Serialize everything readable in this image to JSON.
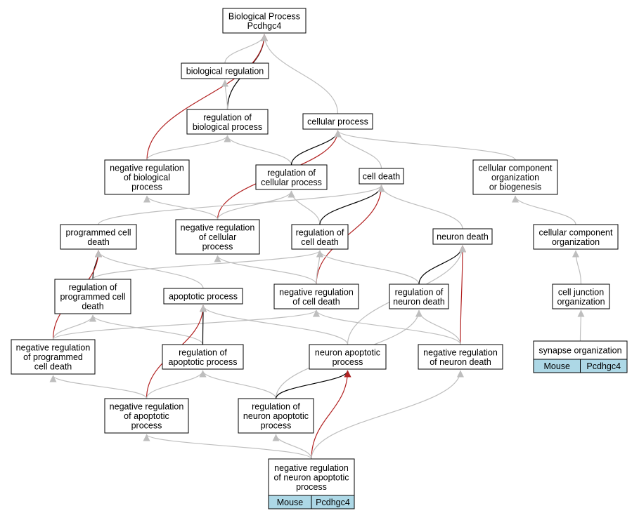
{
  "graph": {
    "nodes": [
      {
        "id": "bp",
        "lines": [
          "Biological Process",
          "Pcdhgc4"
        ]
      },
      {
        "id": "bioreg",
        "lines": [
          "biological regulation"
        ]
      },
      {
        "id": "regbp",
        "lines": [
          "regulation of",
          "biological process"
        ]
      },
      {
        "id": "cellproc",
        "lines": [
          "cellular process"
        ]
      },
      {
        "id": "negregbp",
        "lines": [
          "negative regulation",
          "of biological",
          "process"
        ]
      },
      {
        "id": "regcp",
        "lines": [
          "regulation of",
          "cellular process"
        ]
      },
      {
        "id": "celldeath",
        "lines": [
          "cell death"
        ]
      },
      {
        "id": "ccob",
        "lines": [
          "cellular component",
          "organization",
          "or biogenesis"
        ]
      },
      {
        "id": "pcd",
        "lines": [
          "programmed cell",
          "death"
        ]
      },
      {
        "id": "negregcp",
        "lines": [
          "negative regulation",
          "of cellular",
          "process"
        ]
      },
      {
        "id": "regcd",
        "lines": [
          "regulation of",
          "cell death"
        ]
      },
      {
        "id": "neurondeath",
        "lines": [
          "neuron death"
        ]
      },
      {
        "id": "cco",
        "lines": [
          "cellular component",
          "organization"
        ]
      },
      {
        "id": "regpcd",
        "lines": [
          "regulation of",
          "programmed cell",
          "death"
        ]
      },
      {
        "id": "apop",
        "lines": [
          "apoptotic process"
        ]
      },
      {
        "id": "negregcd",
        "lines": [
          "negative regulation",
          "of cell death"
        ]
      },
      {
        "id": "regnd",
        "lines": [
          "regulation of",
          "neuron death"
        ]
      },
      {
        "id": "cjo",
        "lines": [
          "cell junction",
          "organization"
        ]
      },
      {
        "id": "negregpcd",
        "lines": [
          "negative regulation",
          "of programmed",
          "cell death"
        ]
      },
      {
        "id": "regap",
        "lines": [
          "regulation of",
          "apoptotic process"
        ]
      },
      {
        "id": "nap",
        "lines": [
          "neuron apoptotic",
          "process"
        ]
      },
      {
        "id": "negregnd",
        "lines": [
          "negative regulation",
          "of neuron death"
        ]
      },
      {
        "id": "so",
        "lines": [
          "synapse organization"
        ],
        "footer": [
          "Mouse",
          "Pcdhgc4"
        ]
      },
      {
        "id": "negregap",
        "lines": [
          "negative regulation",
          "of apoptotic",
          "process"
        ]
      },
      {
        "id": "regnap",
        "lines": [
          "regulation of",
          "neuron apoptotic",
          "process"
        ]
      },
      {
        "id": "negregnap",
        "lines": [
          "negative regulation",
          "of neuron apoptotic",
          "process"
        ],
        "footer": [
          "Mouse",
          "Pcdhgc4"
        ]
      }
    ],
    "edge_colors": {
      "is_a": "#bebebe",
      "part_of": "#000000",
      "negatively_regulates": "#b22222"
    },
    "footer_color": "#add8e6",
    "edges": [
      {
        "type": "is_a",
        "from": "bioreg",
        "to": "bp"
      },
      {
        "type": "part_of",
        "from": "regbp",
        "to": "bp"
      },
      {
        "type": "negatively_regulates",
        "from": "negregbp",
        "to": "bp"
      },
      {
        "type": "is_a",
        "from": "cellproc",
        "to": "bp"
      },
      {
        "type": "is_a",
        "from": "regbp",
        "to": "bioreg"
      },
      {
        "type": "is_a",
        "from": "negregbp",
        "to": "regbp"
      },
      {
        "type": "is_a",
        "from": "regcp",
        "to": "regbp"
      },
      {
        "type": "part_of",
        "from": "regcp",
        "to": "cellproc"
      },
      {
        "type": "negatively_regulates",
        "from": "negregcp",
        "to": "cellproc"
      },
      {
        "type": "is_a",
        "from": "celldeath",
        "to": "cellproc"
      },
      {
        "type": "is_a",
        "from": "ccob",
        "to": "cellproc"
      },
      {
        "type": "is_a",
        "from": "negregcp",
        "to": "negregbp"
      },
      {
        "type": "is_a",
        "from": "negregcp",
        "to": "regcp"
      },
      {
        "type": "is_a",
        "from": "regcd",
        "to": "regcp"
      },
      {
        "type": "part_of",
        "from": "regcd",
        "to": "celldeath"
      },
      {
        "type": "negatively_regulates",
        "from": "negregcd",
        "to": "celldeath"
      },
      {
        "type": "is_a",
        "from": "pcd",
        "to": "celldeath"
      },
      {
        "type": "is_a",
        "from": "neurondeath",
        "to": "celldeath"
      },
      {
        "type": "is_a",
        "from": "cco",
        "to": "ccob"
      },
      {
        "type": "part_of",
        "from": "regpcd",
        "to": "pcd"
      },
      {
        "type": "negatively_regulates",
        "from": "negregpcd",
        "to": "pcd"
      },
      {
        "type": "is_a",
        "from": "apop",
        "to": "pcd"
      },
      {
        "type": "is_a",
        "from": "negregcd",
        "to": "negregcp"
      },
      {
        "type": "is_a",
        "from": "negregcd",
        "to": "regcd"
      },
      {
        "type": "is_a",
        "from": "regnd",
        "to": "regcd"
      },
      {
        "type": "is_a",
        "from": "regpcd",
        "to": "regcd"
      },
      {
        "type": "part_of",
        "from": "regnd",
        "to": "neurondeath"
      },
      {
        "type": "negatively_regulates",
        "from": "negregnd",
        "to": "neurondeath"
      },
      {
        "type": "is_a",
        "from": "nap",
        "to": "neurondeath"
      },
      {
        "type": "is_a",
        "from": "cjo",
        "to": "cco"
      },
      {
        "type": "is_a",
        "from": "negregpcd",
        "to": "regpcd"
      },
      {
        "type": "is_a",
        "from": "regap",
        "to": "regpcd"
      },
      {
        "type": "is_a",
        "from": "negregpcd",
        "to": "negregcd"
      },
      {
        "type": "part_of",
        "from": "regap",
        "to": "apop"
      },
      {
        "type": "negatively_regulates",
        "from": "negregap",
        "to": "apop"
      },
      {
        "type": "is_a",
        "from": "nap",
        "to": "apop"
      },
      {
        "type": "is_a",
        "from": "negregnd",
        "to": "negregcd"
      },
      {
        "type": "is_a",
        "from": "negregnd",
        "to": "regnd"
      },
      {
        "type": "is_a",
        "from": "regnap",
        "to": "regnd"
      },
      {
        "type": "is_a",
        "from": "so",
        "to": "cjo"
      },
      {
        "type": "is_a",
        "from": "negregap",
        "to": "negregpcd"
      },
      {
        "type": "is_a",
        "from": "negregap",
        "to": "regap"
      },
      {
        "type": "is_a",
        "from": "regnap",
        "to": "regap"
      },
      {
        "type": "part_of",
        "from": "regnap",
        "to": "nap"
      },
      {
        "type": "negatively_regulates",
        "from": "negregnap",
        "to": "nap"
      },
      {
        "type": "is_a",
        "from": "negregnap",
        "to": "negregnd"
      },
      {
        "type": "is_a",
        "from": "negregnap",
        "to": "regnap"
      },
      {
        "type": "is_a",
        "from": "negregnap",
        "to": "negregap"
      }
    ]
  }
}
